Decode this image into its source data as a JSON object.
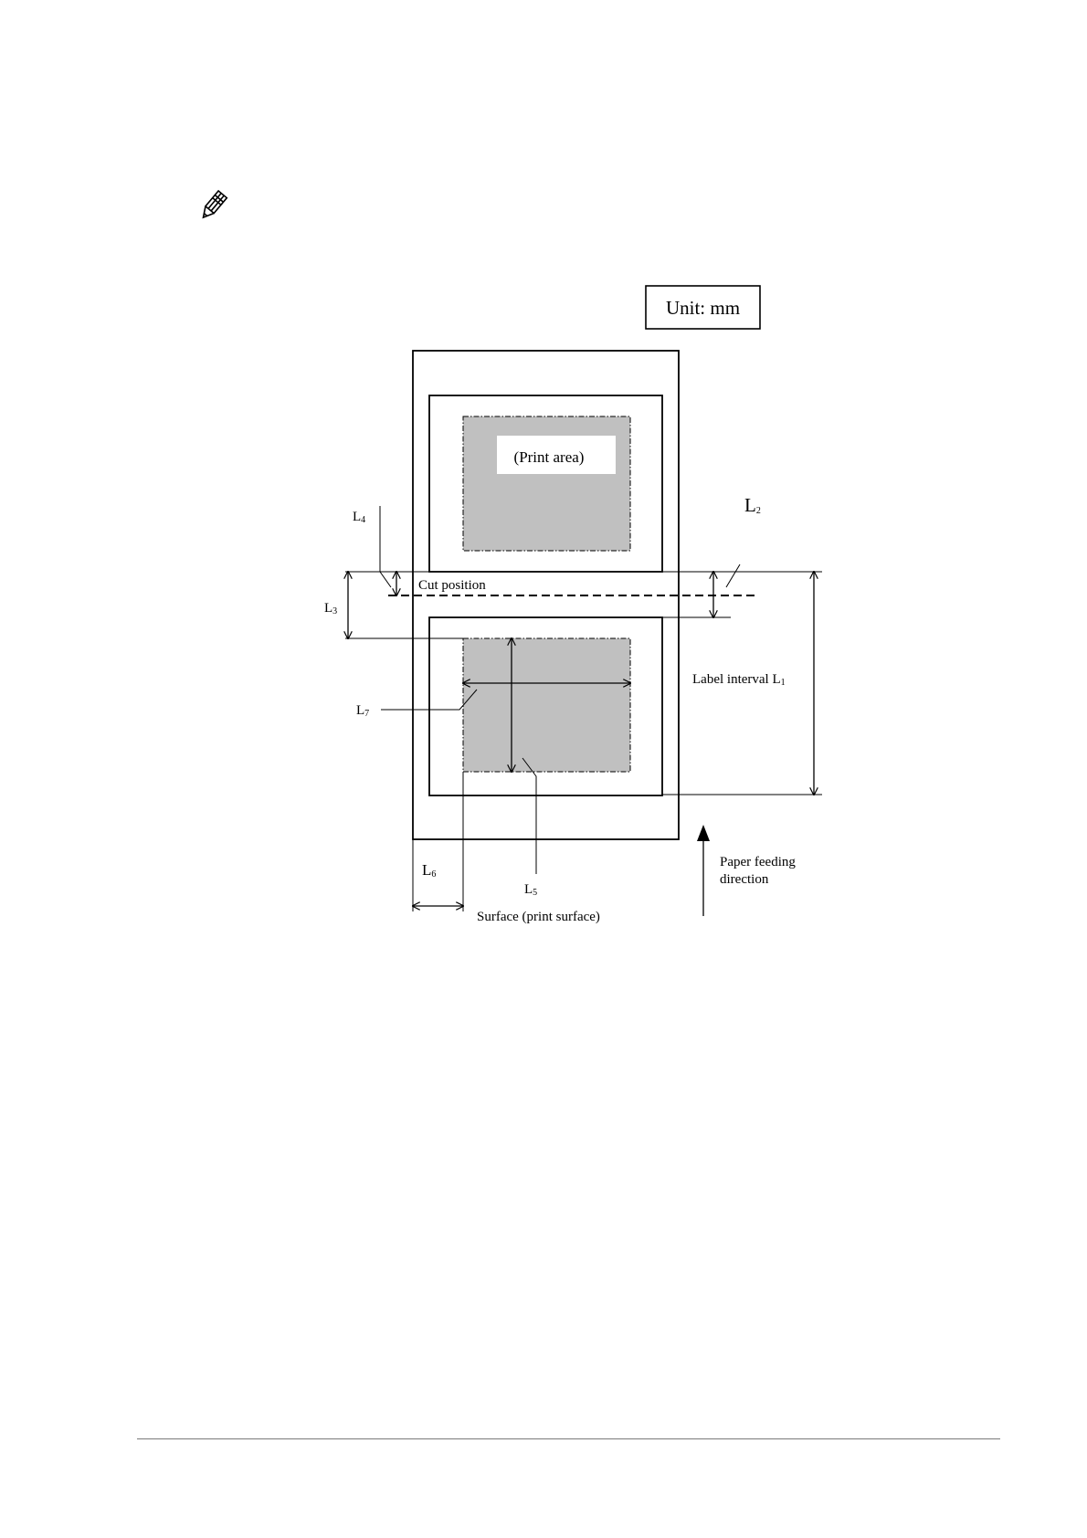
{
  "note_icon": "pencil-note-icon",
  "unit_label": "Unit: mm",
  "print_area_label": "(Print area)",
  "cut_position_label": "Cut position",
  "label_interval": {
    "text": "Label interval L",
    "sub": "1"
  },
  "labels": {
    "L2": {
      "text": "L",
      "sub": "2"
    },
    "L3": {
      "text": "L",
      "sub": "3"
    },
    "L4": {
      "text": "L",
      "sub": "4"
    },
    "L5": {
      "text": "L",
      "sub": "5"
    },
    "L6": {
      "text": "L",
      "sub": "6"
    },
    "L7": {
      "text": "L",
      "sub": "7"
    }
  },
  "paper_feed_label": [
    "Paper feeding",
    "direction"
  ],
  "surface_label": "Surface (print surface)",
  "colors": {
    "print_area_fill": "#c0c0c0",
    "line": "#000000",
    "footer_rule": "#7a7a7a"
  }
}
